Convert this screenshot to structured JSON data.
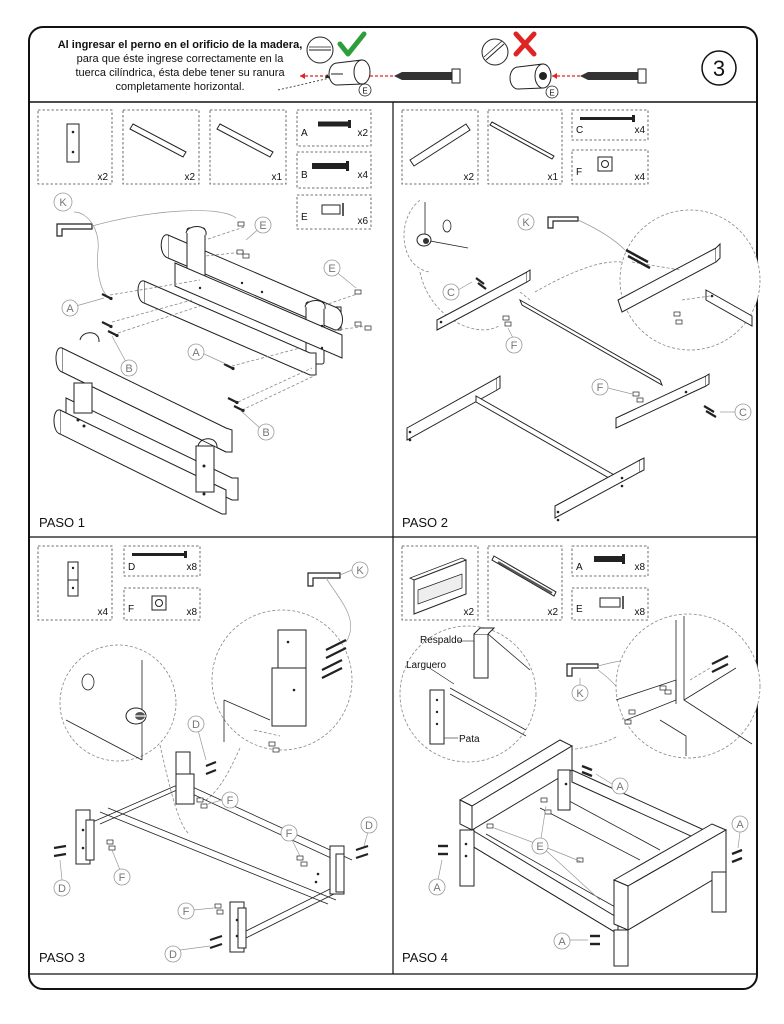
{
  "header": {
    "instruction_lines": [
      "Al ingresar el perno en el orificio de la madera,",
      "para que éste ingrese correctamente en la",
      "tuerca cilíndrica, ésta debe tener su ranura",
      "completamente horizontal."
    ],
    "step_number": "3",
    "correct_mark_icon": "check-icon",
    "wrong_mark_icon": "cross-icon",
    "correct_color": "#2e9e3a",
    "wrong_color": "#e02424",
    "nut_label": "E"
  },
  "steps": [
    {
      "title": "PASO 1",
      "parts": [
        {
          "letter": "",
          "qty": "x2"
        },
        {
          "letter": "",
          "qty": "x2"
        },
        {
          "letter": "",
          "qty": "x1"
        },
        {
          "letter": "A",
          "qty": "x2"
        },
        {
          "letter": "B",
          "qty": "x4"
        },
        {
          "letter": "E",
          "qty": "x6"
        }
      ],
      "callouts": [
        "K",
        "E",
        "E",
        "A",
        "B",
        "A",
        "B"
      ]
    },
    {
      "title": "PASO 2",
      "parts": [
        {
          "letter": "",
          "qty": "x2"
        },
        {
          "letter": "",
          "qty": "x1"
        },
        {
          "letter": "C",
          "qty": "x4"
        },
        {
          "letter": "F",
          "qty": "x4"
        }
      ],
      "callouts": [
        "K",
        "C",
        "F",
        "F",
        "C"
      ]
    },
    {
      "title": "PASO 3",
      "parts": [
        {
          "letter": "",
          "qty": "x4"
        },
        {
          "letter": "D",
          "qty": "x8"
        },
        {
          "letter": "F",
          "qty": "x8"
        }
      ],
      "callouts": [
        "K",
        "D",
        "F",
        "D",
        "F",
        "D",
        "F",
        "D"
      ]
    },
    {
      "title": "PASO 4",
      "parts": [
        {
          "letter": "",
          "qty": "x2"
        },
        {
          "letter": "",
          "qty": "x2"
        },
        {
          "letter": "A",
          "qty": "x8"
        },
        {
          "letter": "E",
          "qty": "x8"
        }
      ],
      "callouts": [
        "K",
        "A",
        "E",
        "A",
        "A",
        "A"
      ],
      "labels": [
        "Respaldo",
        "Larguero",
        "Pata"
      ]
    }
  ]
}
